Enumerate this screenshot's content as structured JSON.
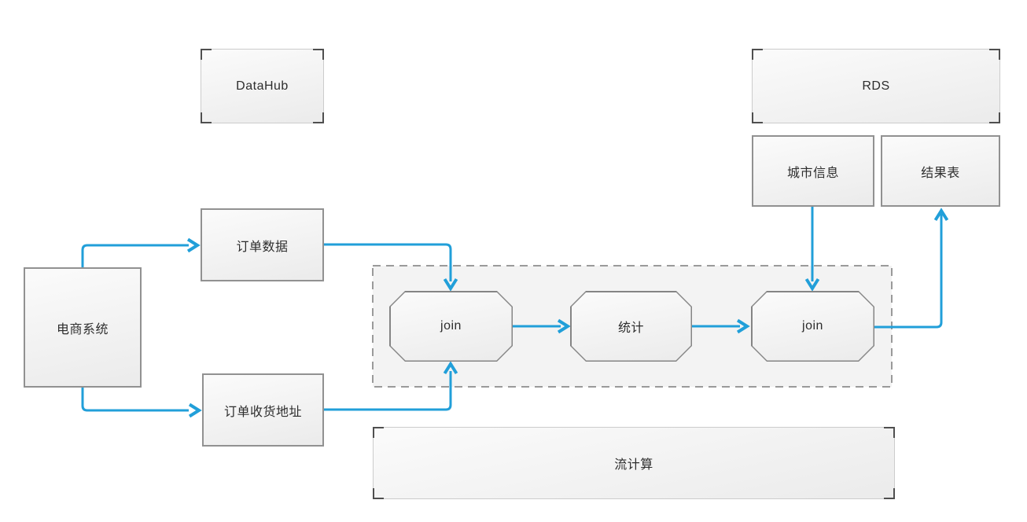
{
  "diagram": {
    "nodes": {
      "datahub": {
        "label": "DataHub"
      },
      "rds": {
        "label": "RDS"
      },
      "city_info": {
        "label": "城市信息"
      },
      "result_table": {
        "label": "结果表"
      },
      "order_data": {
        "label": "订单数据"
      },
      "ecommerce_system": {
        "label": "电商系统"
      },
      "order_shipping_address": {
        "label": "订单收货地址"
      },
      "join_1": {
        "label": "join"
      },
      "stats": {
        "label": "统计"
      },
      "join_2": {
        "label": "join"
      },
      "stream_compute": {
        "label": "流计算"
      }
    },
    "edges": [
      {
        "from": "ecommerce_system",
        "to": "order_data"
      },
      {
        "from": "ecommerce_system",
        "to": "order_shipping_address"
      },
      {
        "from": "order_data",
        "to": "join_1"
      },
      {
        "from": "order_shipping_address",
        "to": "join_1"
      },
      {
        "from": "join_1",
        "to": "stats"
      },
      {
        "from": "stats",
        "to": "join_2"
      },
      {
        "from": "city_info",
        "to": "join_2"
      },
      {
        "from": "join_2",
        "to": "result_table"
      }
    ],
    "colors": {
      "arrow": "#219fd9",
      "node_border": "#919191",
      "node_fill_top": "#fbfbfb",
      "node_fill_bottom": "#ebebeb",
      "bracket": "#4f4f4f",
      "bracket_box_border": "#cccccc",
      "dashed_border": "#9a9a9a",
      "dashed_fill": "#f3f3f3",
      "octagon_border": "#858585",
      "text": "#2d2d2d",
      "background": "#ffffff"
    }
  }
}
